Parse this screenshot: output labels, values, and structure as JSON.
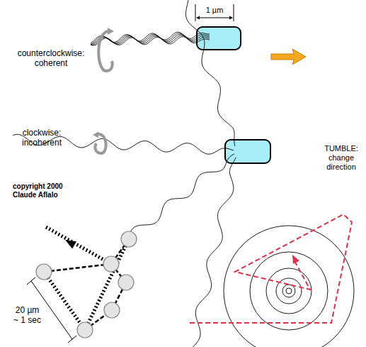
{
  "diagram": {
    "labels": [
      "1 µm",
      "counterclockwise: coherent",
      "clockwise: incoherent",
      "TUMBLE: change direction",
      "copyright 2000 Claude Aflalo",
      "20 µm ~ 1 sec"
    ]
  }
}
